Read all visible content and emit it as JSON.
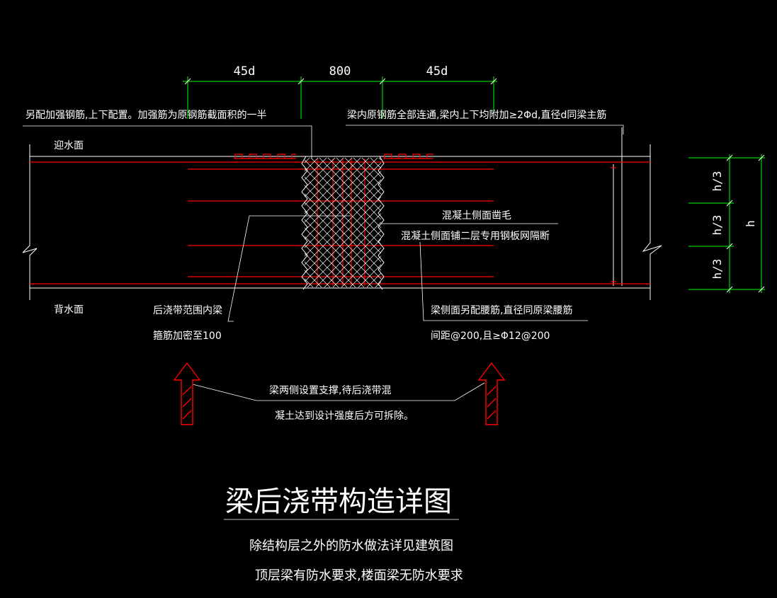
{
  "dimensions": {
    "left": "45d",
    "middle": "800",
    "right": "45d",
    "h_third_top": "h/3",
    "h_third_mid": "h/3",
    "h_third_bot": "h/3",
    "h_total": "h"
  },
  "notes": {
    "top_left": "另配加强钢筋,上下配置。加强筋为原钢筋截面积的一半",
    "top_right": "梁内原钢筋全部连通,梁内上下均附加≥2Φd,直径d同梁主筋",
    "water_face": "迎水面",
    "back_face": "背水面",
    "roughen": "混凝土侧面凿毛",
    "steel_mesh": "混凝土侧面铺二层专用钢板网隔断",
    "stirrup_1": "后浇带范围内梁",
    "stirrup_2": "箍筋加密至100",
    "waist_1": "梁侧面另配腰筋,直径同原梁腰筋",
    "waist_2": "间距@200,且≥Φ12@200",
    "support_1": "梁两侧设置支撑,待后浇带混",
    "support_2": "凝土达到设计强度后方可拆除。"
  },
  "title": "梁后浇带构造详图",
  "remarks": {
    "line1": "除结构层之外的防水做法详见建筑图",
    "line2": "顶层梁有防水要求,楼面梁无防水要求"
  },
  "colors": {
    "background": "#000000",
    "dimension": "#00ff00",
    "rebar": "#ff0000",
    "outline": "#ffffff",
    "hatch": "#ffffff"
  }
}
